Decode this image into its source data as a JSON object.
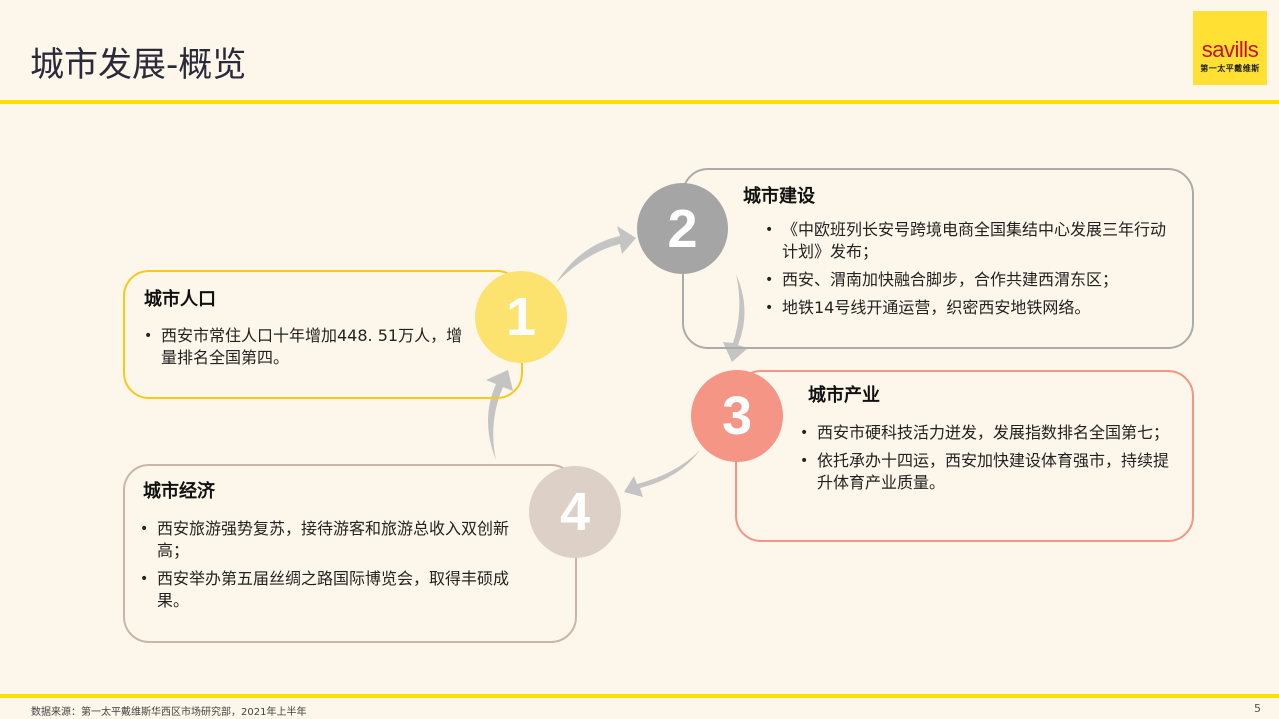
{
  "header": {
    "title": "城市发展-概览",
    "logo": {
      "word": "savills",
      "sub": "第一太平戴维斯"
    }
  },
  "colors": {
    "accent_yellow": "#ffdd00",
    "step1": "#fce36f",
    "step2": "#a5a5a5",
    "step3": "#f59585",
    "step4": "#ddd0c6",
    "arrow": "#c4c4c4"
  },
  "steps": [
    {
      "number": "1",
      "title": "城市人口",
      "bullets": [
        "西安市常住人口十年增加448. 51万人，增量排名全国第四。"
      ]
    },
    {
      "number": "2",
      "title": "城市建设",
      "bullets": [
        "《中欧班列长安号跨境电商全国集结中心发展三年行动计划》发布；",
        "西安、渭南加快融合脚步，合作共建西渭东区；",
        "地铁14号线开通运营，织密西安地铁网络。"
      ]
    },
    {
      "number": "3",
      "title": "城市产业",
      "bullets": [
        "西安市硬科技活力迸发，发展指数排名全国第七；",
        "依托承办十四运，西安加快建设体育强市，持续提升体育产业质量。"
      ]
    },
    {
      "number": "4",
      "title": "城市经济",
      "bullets": [
        "西安旅游强势复苏，接待游客和旅游总收入双创新高；",
        "西安举办第五届丝绸之路国际博览会，取得丰硕成果。"
      ]
    }
  ],
  "bullet_glyph": "•",
  "footer": {
    "source": "数据来源：第一太平戴维斯华西区市场研究部，2021年上半年",
    "page": "5"
  }
}
